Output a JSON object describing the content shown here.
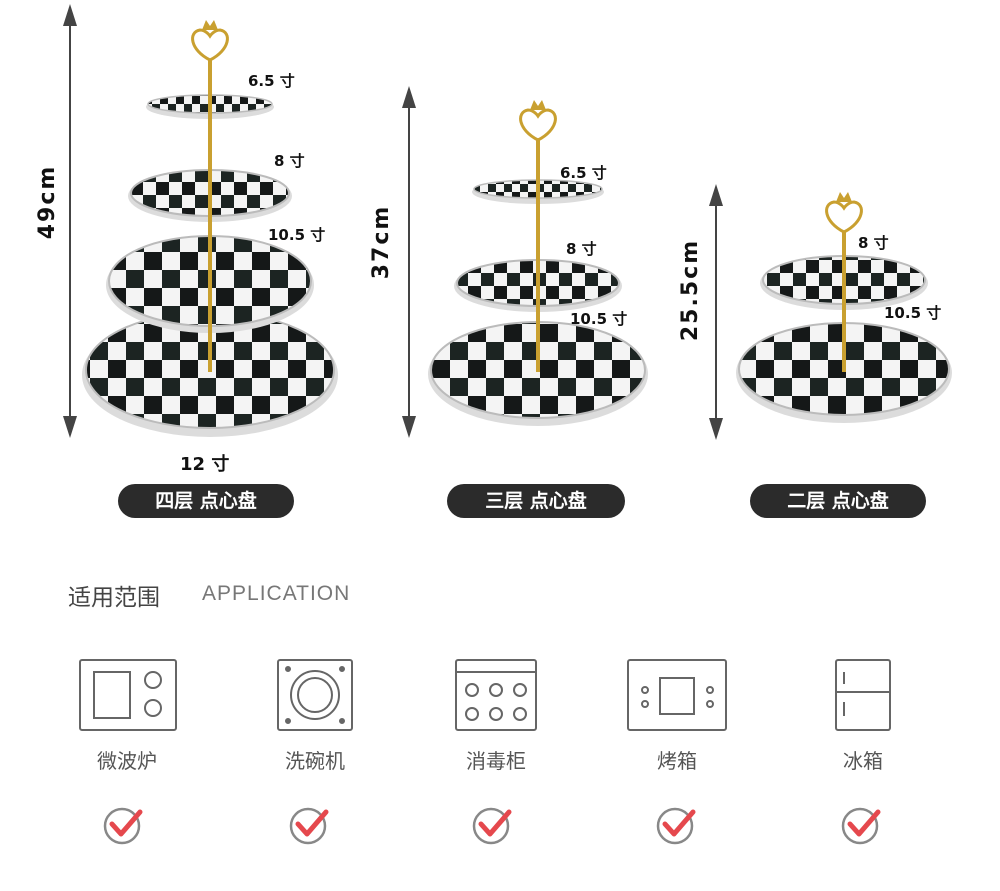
{
  "stands": [
    {
      "height_label": "49cm",
      "tier_labels": [
        "6.5 寸",
        "8 寸",
        "10.5 寸"
      ],
      "base_label": "12 寸",
      "pill": "四层 点心盘"
    },
    {
      "height_label": "37cm",
      "tier_labels": [
        "6.5 寸",
        "8 寸",
        "10.5 寸"
      ],
      "pill": "三层 点心盘"
    },
    {
      "height_label": "25.5cm",
      "tier_labels": [
        "8 寸",
        "10.5 寸"
      ],
      "pill": "二层 点心盘"
    }
  ],
  "application": {
    "title": "适用范围",
    "subtitle": "APPLICATION",
    "items": [
      {
        "label": "微波炉",
        "icon": "microwave-icon"
      },
      {
        "label": "洗碗机",
        "icon": "dishwasher-icon"
      },
      {
        "label": "消毒柜",
        "icon": "sterilizer-icon"
      },
      {
        "label": "烤箱",
        "icon": "oven-icon"
      },
      {
        "label": "冰箱",
        "icon": "fridge-icon"
      }
    ],
    "check_icon": "check-icon"
  },
  "colors": {
    "accent": "#e5484d",
    "pill_bg": "#2b2b2b",
    "icon_gray": "#666666",
    "gold": "#c9a030"
  }
}
